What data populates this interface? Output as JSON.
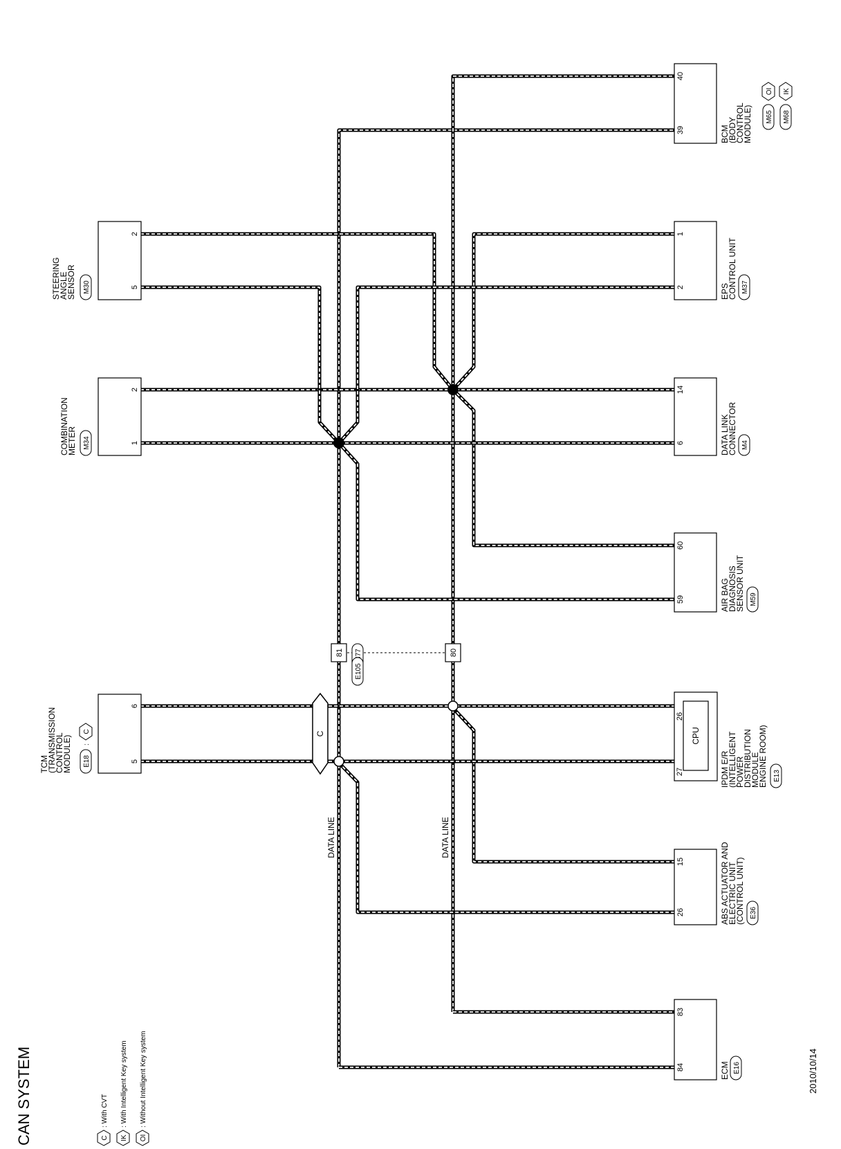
{
  "title": "CAN SYSTEM",
  "date": "2010/10/14",
  "legend": [
    {
      "symbol": "C",
      "text": ": With CVT"
    },
    {
      "symbol": "IK",
      "text": ": With Intelligent Key system"
    },
    {
      "symbol": "OI",
      "text": ": Without Intelligent Key system"
    }
  ],
  "components": {
    "tcm": {
      "lines": [
        "TCM",
        "(TRANSMISSION",
        "CONTROL",
        "MODULE)"
      ],
      "connector": "E18",
      "option": "C",
      "pin_a": "6",
      "pin_b": "5"
    },
    "combination_meter": {
      "lines": [
        "COMBINATION",
        "METER"
      ],
      "connector": "M34",
      "pin_a": "2",
      "pin_b": "1"
    },
    "steering_angle_sensor": {
      "lines": [
        "STEERING",
        "ANGLE",
        "SENSOR"
      ],
      "connector": "M30",
      "pin_a": "2",
      "pin_b": "5"
    },
    "ecm": {
      "lines": [
        "ECM"
      ],
      "connector": "E16",
      "pin_a": "83",
      "pin_b": "84"
    },
    "abs": {
      "lines": [
        "ABS ACTUATOR AND",
        "ELECTRIC UNIT",
        "(CONTROL UNIT)"
      ],
      "connector": "E36",
      "pin_a": "15",
      "pin_b": "26"
    },
    "ipdm": {
      "lines": [
        "IPDM E/R",
        "(INTELLIGENT",
        "POWER",
        "DISTRIBUTION",
        "MODULE",
        "ENGINE ROOM)"
      ],
      "connector": "E13",
      "cpu": "CPU",
      "pin_a": "26",
      "pin_b": "27"
    },
    "airbag": {
      "lines": [
        "AIR BAG",
        "DIAGNOSIS",
        "SENSOR UNIT"
      ],
      "connector": "M59",
      "pin_a": "60",
      "pin_b": "59"
    },
    "data_link": {
      "lines": [
        "DATA LINK",
        "CONNECTOR"
      ],
      "connector": "M4",
      "pin_a": "14",
      "pin_b": "6"
    },
    "eps": {
      "lines": [
        "EPS",
        "CONTROL UNIT"
      ],
      "connector": "M37",
      "pin_a": "1",
      "pin_b": "2"
    },
    "bcm": {
      "lines": [
        "BCM",
        "(BODY",
        "CONTROL",
        "MODULE)"
      ],
      "connectors": [
        "M65",
        "M68"
      ],
      "options": [
        "OI",
        "IK"
      ],
      "pin_a": "40",
      "pin_b": "39"
    }
  },
  "junction": {
    "pin_h": "81",
    "pin_l": "80",
    "connectors": [
      "E105",
      "M77"
    ]
  },
  "data_line_label": "DATA LINE",
  "option_connector": "C"
}
